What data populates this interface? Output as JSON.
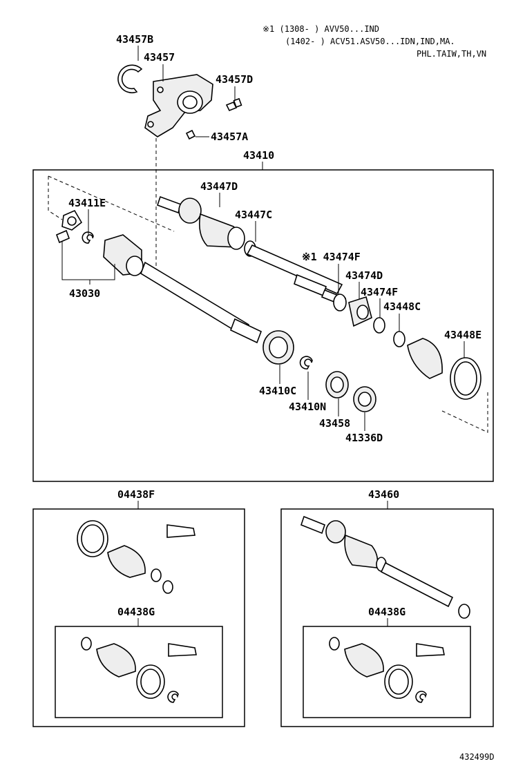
{
  "notes": {
    "line1": "※1 (1308-    ) AVV50...IND",
    "line2": "(1402-    ) ACV51.ASV50...IDN,IND,MA.",
    "line3": "PHL.TAIW,TH,VN"
  },
  "labels": {
    "p43457B": "43457B",
    "p43457": "43457",
    "p43457D": "43457D",
    "p43457A": "43457A",
    "p43410": "43410",
    "p43447D": "43447D",
    "p43447C": "43447C",
    "p43411E": "43411E",
    "p43030": "43030",
    "p43474F_1": "※1 43474F",
    "p43474D": "43474D",
    "p43474F_2": "43474F",
    "p43448C": "43448C",
    "p43448E": "43448E",
    "p43410C": "43410C",
    "p43410N": "43410N",
    "p43458": "43458",
    "p41336D": "41336D",
    "p04438F": "04438F",
    "p43460": "43460",
    "p04438G_left": "04438G",
    "p04438G_right": "04438G"
  },
  "figure_id": "432499D"
}
